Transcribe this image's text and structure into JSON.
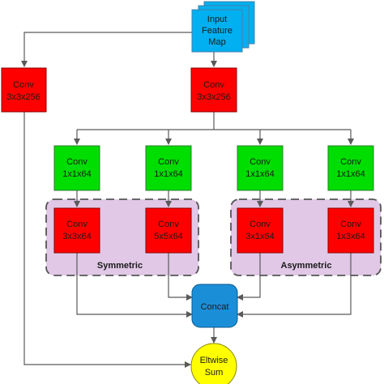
{
  "colors": {
    "conv_red": "#ff0000",
    "conv_green": "#00dd00",
    "input_blue": "#00b0f0",
    "concat_blue": "#1a8fd8",
    "sum_yellow": "#ffff00",
    "group_fill": "#e0c8e6",
    "edge": "#5a5a5a"
  },
  "nodes": {
    "input": {
      "line1": "Input",
      "line2": "Feature",
      "line3": "Map"
    },
    "conv_side": {
      "line1": "Conv",
      "line2": "3x3x256"
    },
    "conv_main": {
      "line1": "Conv",
      "line2": "3x3x256"
    },
    "green1": {
      "line1": "Conv",
      "line2": "1x1x64"
    },
    "green2": {
      "line1": "Conv",
      "line2": "1x1x64"
    },
    "green3": {
      "line1": "Conv",
      "line2": "1x1x64"
    },
    "green4": {
      "line1": "Conv",
      "line2": "1x1x64"
    },
    "red1": {
      "line1": "Conv",
      "line2": "3x3x64"
    },
    "red2": {
      "line1": "Conv",
      "line2": "5x5x64"
    },
    "red3": {
      "line1": "Conv",
      "line2": "3x1x64"
    },
    "red4": {
      "line1": "Conv",
      "line2": "1x3x64"
    },
    "concat": {
      "label": "Concat"
    },
    "sum": {
      "line1": "Eltwise",
      "line2": "Sum"
    }
  },
  "groups": {
    "symmetric": "Symmetric",
    "asymmetric": "Asymmetric"
  }
}
